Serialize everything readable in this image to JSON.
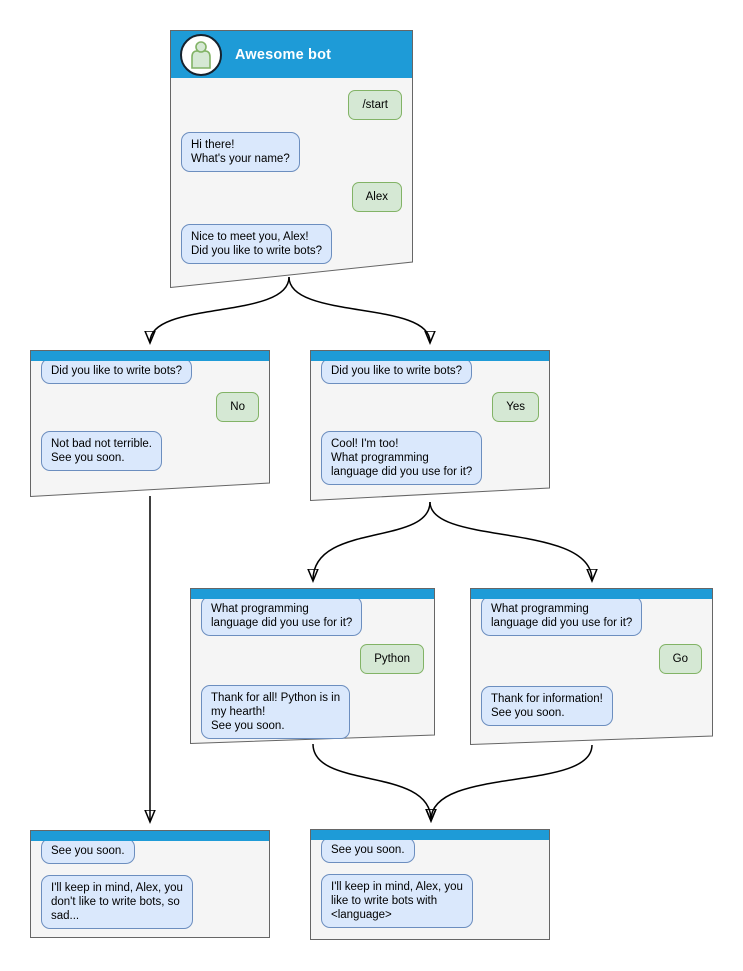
{
  "colors": {
    "header_blue": "#1E9BD7",
    "window_fill": "#F5F5F5",
    "window_border": "#666666",
    "bot_bubble_fill": "#DAE8FC",
    "bot_bubble_border": "#6C8EBF",
    "user_bubble_fill": "#D5E8D4",
    "user_bubble_border": "#82B366",
    "avatar_icon_fill": "#D5E8D4",
    "avatar_icon_stroke": "#82B366",
    "connector": "#000000"
  },
  "nodes": {
    "start": {
      "title": "Awesome bot",
      "avatar_icon": "person-icon",
      "messages": [
        {
          "from": "user",
          "text": "/start"
        },
        {
          "from": "bot",
          "text": "Hi there!\nWhat's your name?"
        },
        {
          "from": "user",
          "text": "Alex"
        },
        {
          "from": "bot",
          "text": "Nice to meet you, Alex!\nDid you like to write bots?"
        }
      ]
    },
    "branch_no": {
      "messages": [
        {
          "from": "bot",
          "text": "Did you like to write bots?"
        },
        {
          "from": "user",
          "text": "No"
        },
        {
          "from": "bot",
          "text": "Not bad not terrible.\nSee you soon."
        }
      ]
    },
    "branch_yes": {
      "messages": [
        {
          "from": "bot",
          "text": "Did you like to write bots?"
        },
        {
          "from": "user",
          "text": "Yes"
        },
        {
          "from": "bot",
          "text": "Cool! I'm too!\nWhat programming\nlanguage did you use for it?"
        }
      ]
    },
    "lang_python": {
      "messages": [
        {
          "from": "bot",
          "text": "What programming\nlanguage did you use for it?"
        },
        {
          "from": "user",
          "text": "Python"
        },
        {
          "from": "bot",
          "text": "Thank for all! Python is in\nmy hearth!\nSee you soon."
        }
      ]
    },
    "lang_go": {
      "messages": [
        {
          "from": "bot",
          "text": "What programming\nlanguage did you use for it?"
        },
        {
          "from": "user",
          "text": "Go"
        },
        {
          "from": "bot",
          "text": "Thank for information!\nSee you soon."
        }
      ]
    },
    "end_no": {
      "messages": [
        {
          "from": "bot",
          "text": "See you soon."
        },
        {
          "from": "bot",
          "text": "I'll keep in mind, Alex, you\ndon't like to write bots, so\nsad..."
        }
      ]
    },
    "end_lang": {
      "messages": [
        {
          "from": "bot",
          "text": "See you soon."
        },
        {
          "from": "bot",
          "text": "I'll keep in mind, Alex, you\nlike to write bots with\n<language>"
        }
      ]
    }
  }
}
